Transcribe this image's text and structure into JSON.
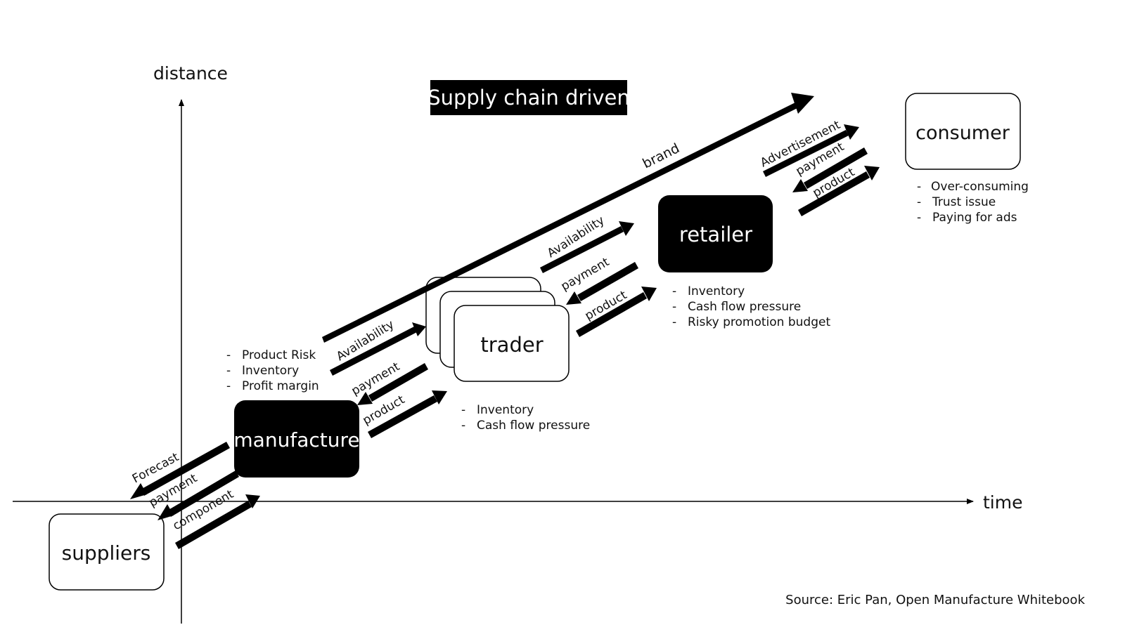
{
  "title": "Supply chain driven",
  "axes": {
    "y_label": "distance",
    "x_label": "time"
  },
  "colors": {
    "ink": "#000000",
    "paper": "#ffffff"
  },
  "nodes": {
    "suppliers": "suppliers",
    "manufacture": "manufacture",
    "trader": "trader",
    "retailer": "retailer",
    "consumer": "consumer"
  },
  "notes": {
    "manufacture": [
      "Product Risk",
      "Inventory",
      "Profit margin"
    ],
    "trader": [
      "Inventory",
      "Cash flow pressure"
    ],
    "retailer": [
      "Inventory",
      "Cash flow pressure",
      "Risky promotion budget"
    ],
    "consumer": [
      "Over-consuming",
      "Trust issue",
      "Paying for ads"
    ]
  },
  "flows": {
    "supplier_manufacture": [
      "Forecast",
      "payment",
      "component"
    ],
    "manufacture_trader": [
      "Availability",
      "payment",
      "product"
    ],
    "trader_retailer": [
      "Availability",
      "payment",
      "product"
    ],
    "retailer_consumer": [
      "Advertisement",
      "payment",
      "product"
    ],
    "brand": "brand"
  },
  "source": "Source: Eric Pan, Open Manufacture Whitebook"
}
